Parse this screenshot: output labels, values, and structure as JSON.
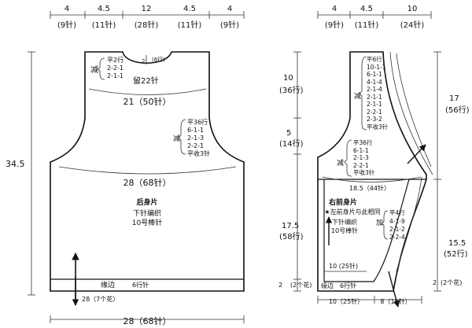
{
  "back_piece": {
    "top_widths": [
      {
        "cm": "4",
        "sts": "(9针)"
      },
      {
        "cm": "4.5",
        "sts": "(11针)"
      },
      {
        "cm": "12",
        "sts": "(28针)"
      },
      {
        "cm": "4.5",
        "sts": "(11针)"
      },
      {
        "cm": "4",
        "sts": "(9针)"
      }
    ],
    "neck_depth": "2",
    "neck_rows": "(6行)",
    "shoulder_shaping": {
      "method": "减",
      "lines": [
        "平2行",
        "2-2-1",
        "2-1-1"
      ]
    },
    "neck_stitches": "留22针",
    "chest_width": "21（50针）",
    "armhole_shaping": {
      "method": "减",
      "lines": [
        "平36行",
        "6-1-1",
        "2-1-3",
        "2-2-1",
        "平收3针"
      ]
    },
    "height": "34.5",
    "hip_width": "28（68针）",
    "title": "后身片",
    "stitch_pattern": "下针编织",
    "needle": "10号棒针",
    "edge_label": "缘边",
    "edge_stitches": "6行针",
    "edge_count": "28（7个花）",
    "bottom_width": "28（68针）"
  },
  "front_piece": {
    "top_widths": [
      {
        "cm": "4",
        "sts": "(9针)"
      },
      {
        "cm": "4.5",
        "sts": "(11针)"
      },
      {
        "cm": "10",
        "sts": "(24针)"
      }
    ],
    "upper_height": {
      "cm": "10",
      "rows": "(36行)"
    },
    "neck_shaping": {
      "method": "减",
      "lines": [
        "平6行",
        "10-1-1",
        "6-1-1",
        "4-1-4",
        "2-1-4",
        "2-1-1",
        "2-1-1",
        "2-2-1",
        "2-3-2",
        "平收3针"
      ]
    },
    "right_height": {
      "cm": "17",
      "rows": "(56行)"
    },
    "mid_height": {
      "cm": "5",
      "rows": "(14行)"
    },
    "armhole_shaping": {
      "method": "减",
      "lines": [
        "平36行",
        "6-1-1",
        "2-1-3",
        "2-2-1",
        "平收3针"
      ]
    },
    "chest_width": "18.5（44针）",
    "title": "右前身片",
    "note": "★左前身片与此相同",
    "stitch_pattern": "下针编织",
    "needle": "10号棒针",
    "front_shaping": {
      "method": "加",
      "lines": [
        "平4行",
        "4-1-9",
        "2-1-2",
        "2-2-4"
      ]
    },
    "lower_height": {
      "cm": "17.5",
      "rows": "(58行)"
    },
    "lower_right_height": {
      "cm": "15.5",
      "rows": "(52行)"
    },
    "inner_width": "10 (25针)",
    "edge_left_count": "2",
    "edge_left_repeat": "(2个花)",
    "edge_label": "缘边",
    "edge_stitches": "6行针",
    "edge_right_count": "2",
    "edge_right_repeat": "(2个花)",
    "bottom_left": "10（25针）",
    "bottom_right": "8（19针）"
  }
}
